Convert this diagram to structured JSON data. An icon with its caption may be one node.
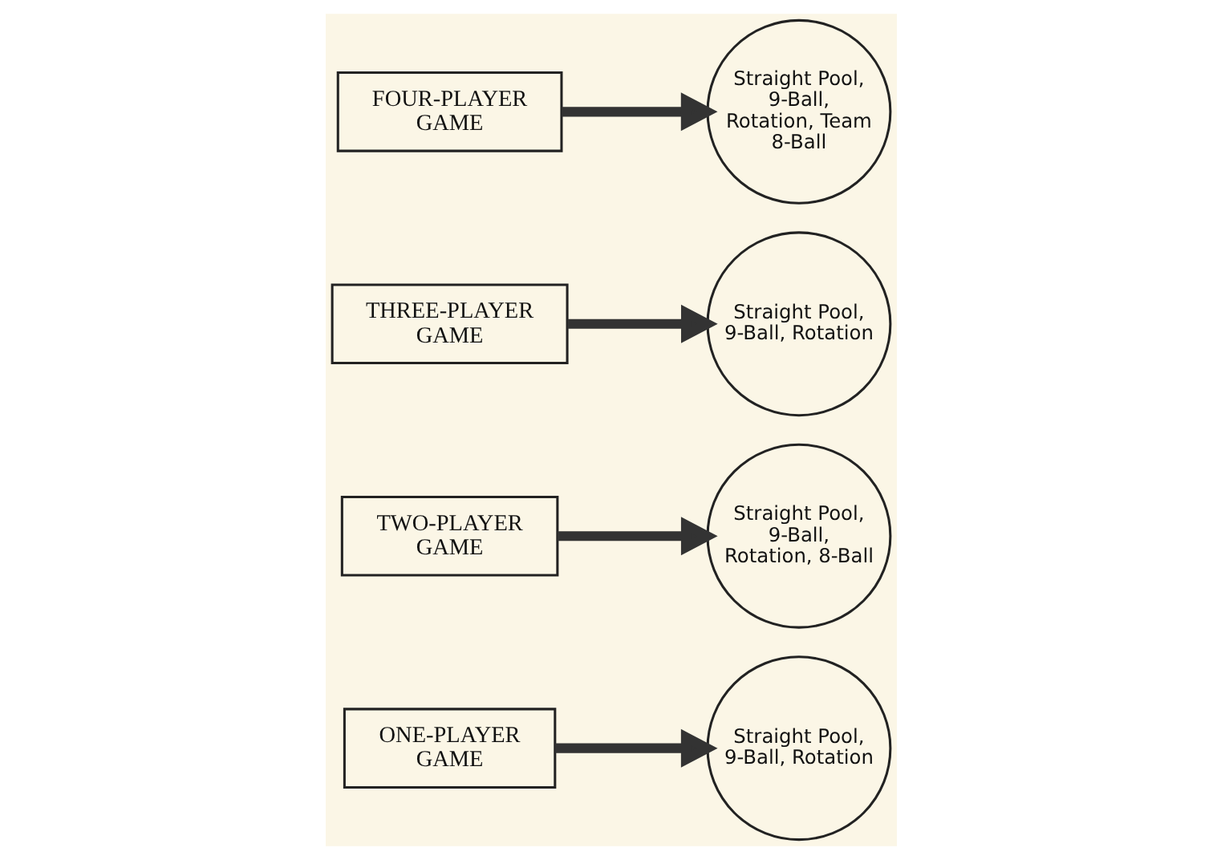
{
  "diagram": {
    "nodes": [
      {
        "text": [
          "ONE-PLAYER GAME"
        ]
      },
      {
        "text": [
          "Straight Pool, 9-Ball, Rotation"
        ]
      },
      {
        "text": [
          "TWO-PLAYER GAME"
        ]
      },
      {
        "text": [
          "Straight Pool, 9-Ball, Rotation, 8-Ball"
        ]
      },
      {
        "text": [
          "THREE-PLAYER GAME"
        ]
      },
      {
        "text": [
          "Straight Pool, 9-Ball, Rotation"
        ]
      },
      {
        "text": [
          "FOUR-PLAYER GAME"
        ]
      },
      {
        "text": [
          "Straight Pool, 9-Ball, Rotation, Team 8-Ball"
        ]
      }
    ],
    "edges": [
      {
        "from": 0,
        "to": 1,
        "arrow": "to"
      },
      {
        "from": 2,
        "to": 3,
        "arrow": "to"
      },
      {
        "from": 4,
        "to": 5,
        "arrow": "to"
      },
      {
        "from": 6,
        "to": 7,
        "arrow": "to"
      }
    ]
  }
}
